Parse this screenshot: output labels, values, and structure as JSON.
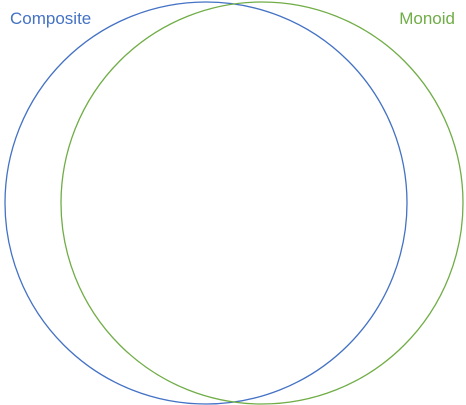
{
  "diagram": {
    "type": "venn",
    "sets": [
      {
        "label": "Composite",
        "color": "#4472C4"
      },
      {
        "label": "Monoid",
        "color": "#70AD47"
      }
    ]
  }
}
